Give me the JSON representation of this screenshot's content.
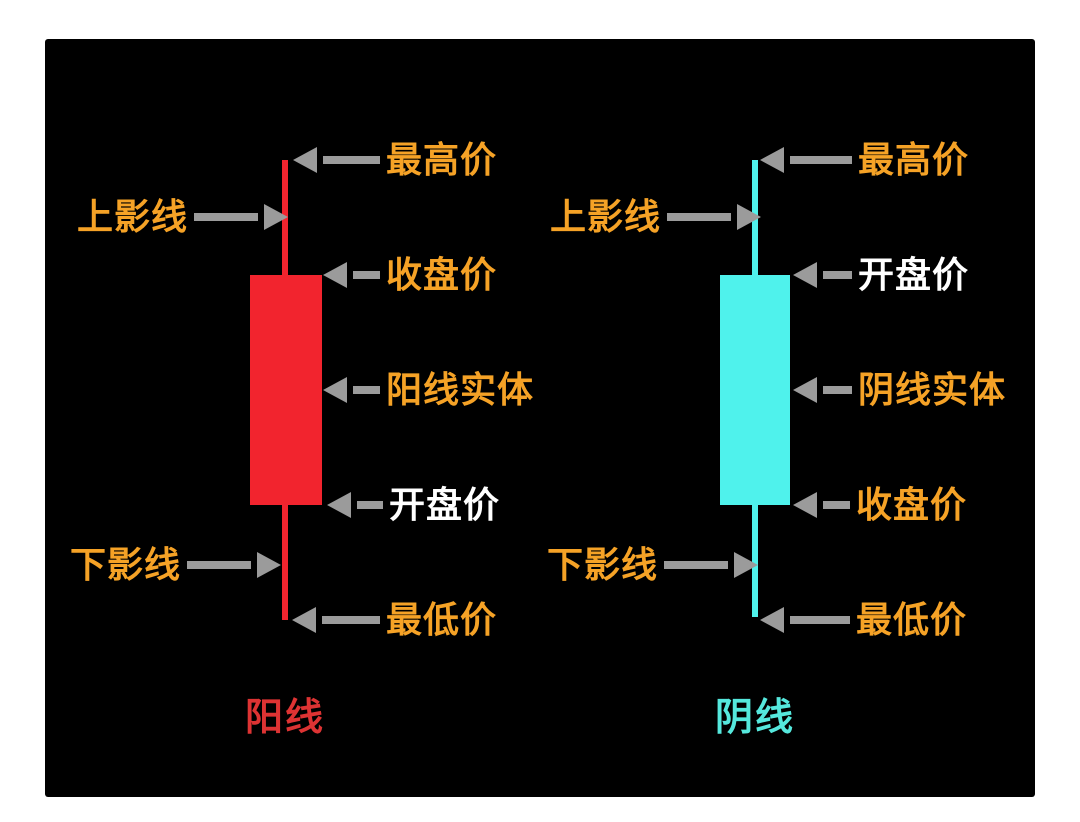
{
  "colors": {
    "page_bg": "#ffffff",
    "panel_bg": "#000000",
    "arrow": "#9b9b9b",
    "orange_label": "#f5a226",
    "white_label": "#ffffff",
    "yang_red": "#f2242e",
    "yang_name_red": "#dd3333",
    "yin_cyan": "#4ff2ec",
    "yin_name_cyan": "#55e8dd"
  },
  "icons": {
    "arrow_left": "solid left-pointing triangle with shaft",
    "arrow_right": "solid right-pointing triangle with shaft"
  },
  "candles": [
    {
      "name": "阳线",
      "annotations": {
        "high": "最高价",
        "upper_shadow": "上影线",
        "close": "收盘价",
        "body": "阳线实体",
        "open": "开盘价",
        "lower_shadow": "下影线",
        "low": "最低价"
      }
    },
    {
      "name": "阴线",
      "annotations": {
        "high": "最高价",
        "upper_shadow": "上影线",
        "open": "开盘价",
        "body": "阴线实体",
        "close": "收盘价",
        "lower_shadow": "下影线",
        "low": "最低价"
      }
    }
  ]
}
